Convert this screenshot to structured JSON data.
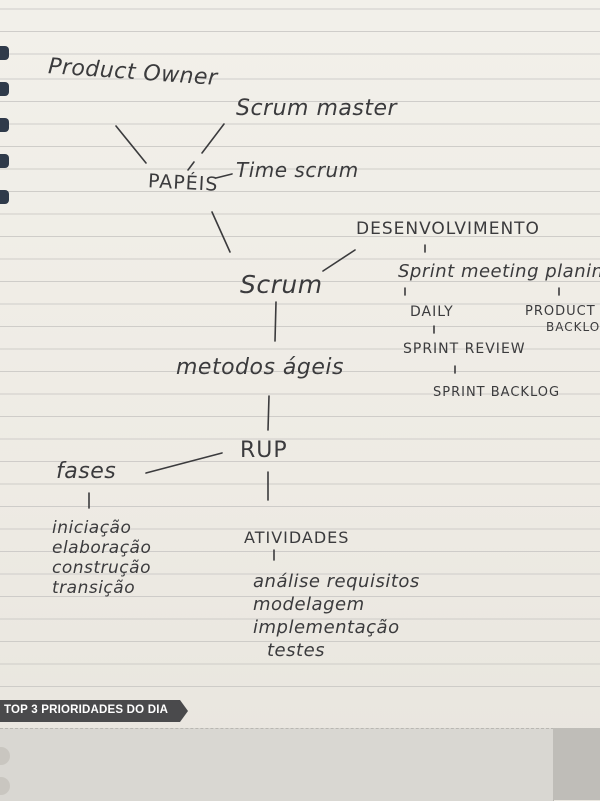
{
  "banner": {
    "label": "TOP 3 PRIORIDADES DO DIA"
  },
  "notes": {
    "product_owner": "Product Owner",
    "scrum_master": "Scrum master",
    "papeis": "PAPÉIS",
    "time_scrum": "Time scrum",
    "scrum": "Scrum",
    "desenvolvimento": "DESENVOLVIMENTO",
    "sprint_meeting": "Sprint meeting planing",
    "daily": "DAILY",
    "product_backlog_1": "PRODUCT",
    "product_backlog_2": "BACKLO",
    "sprint_review": "SPRINT REVIEW",
    "sprint_backlog": "SPRINT BACKLOG",
    "metodos_ageis": "metodos ágeis",
    "rup": "RUP",
    "fases": "fases",
    "fases_items": [
      "iniciação",
      "elaboração",
      "construção",
      "transição"
    ],
    "atividades": "ATIVIDADES",
    "atividades_items": [
      "análise requisitos",
      "modelagem",
      "implementação",
      "testes"
    ]
  }
}
